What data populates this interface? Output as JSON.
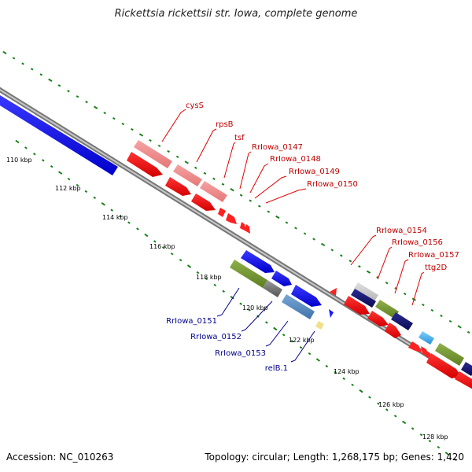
{
  "title": "Rickettsia rickettsii str. Iowa, complete genome",
  "footer": {
    "accession": "Accession: NC_010263",
    "summary": "Topology: circular; Length: 1,268,175 bp; Genes: 1,420"
  },
  "colors": {
    "backbone": "#8a8a8a",
    "tick": "#1a7f1a",
    "forward_label": "#c00000",
    "reverse_label": "#00008b"
  },
  "ruler_labels": [
    "110 kbp",
    "112 kbp",
    "114 kbp",
    "116 kbp",
    "118 kbp",
    "120 kbp",
    "122 kbp",
    "124 kbp",
    "126 kbp",
    "128 kbp"
  ],
  "forward_gene_labels": [
    "cysS",
    "rpsB",
    "tsf",
    "RrIowa_0147",
    "RrIowa_0148",
    "RrIowa_0149",
    "RrIowa_0150",
    "RrIowa_0154",
    "RrIowa_0156",
    "RrIowa_0157",
    "ttg2D"
  ],
  "reverse_gene_labels": [
    "RrIowa_0151",
    "RrIowa_0152",
    "RrIowa_0153",
    "relB.1"
  ]
}
